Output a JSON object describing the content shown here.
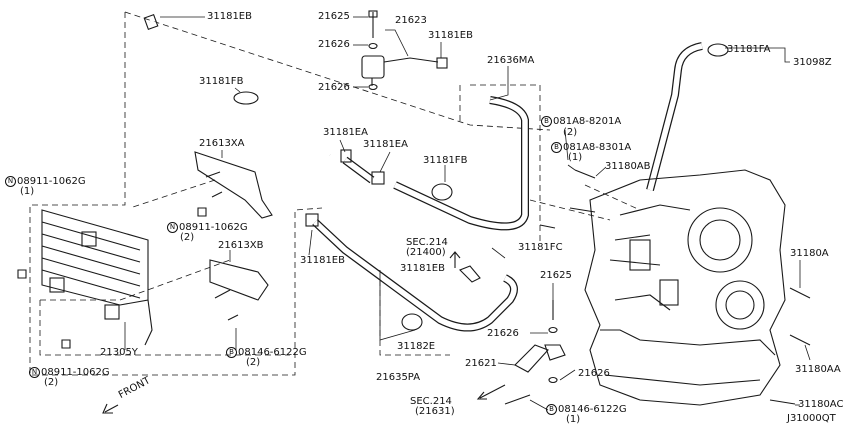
{
  "labels": {
    "l31181EB_top": "31181EB",
    "l21625_top": "21625",
    "l21623": "21623",
    "l21626_a": "21626",
    "l31181EB_mid": "31181EB",
    "l21626_b": "21626",
    "l21636MA": "21636MA",
    "l31181FA": "31181FA",
    "l31098Z": "31098Z",
    "l31181FB_a": "31181FB",
    "l081A8_8201A": "081A8-8201A",
    "l081A8_8201A_qty": "(2)",
    "l081A8_8301A": "081A8-8301A",
    "l081A8_8301A_qty": "(1)",
    "l31180AB": "31180AB",
    "l31181EA_a": "31181EA",
    "l31181EA_b": "31181EA",
    "l21613XA": "21613XA",
    "l31181FB_b": "31181FB",
    "l08911_a": "08911-1062G",
    "l08911_a_qty": "(1)",
    "l08911_b": "08911-1062G",
    "l08911_b_qty": "(2)",
    "l21613XB": "21613XB",
    "lSEC214_a": "SEC.214",
    "lSEC214_a_ref": "(21400)",
    "l31181FC": "31181FC",
    "l31181EB_low": "31181EB",
    "l31181EB_low2": "31181EB",
    "l21625_low": "21625",
    "l31180A": "31180A",
    "l21626_c": "21626",
    "l21305Y": "21305Y",
    "l08146_a": "08146-6122G",
    "l08146_a_qty": "(2)",
    "l31182E": "31182E",
    "l21621": "21621",
    "l31180AA": "31180AA",
    "l08911_c": "08911-1062G",
    "l08911_c_qty": "(2)",
    "l21635PA": "21635PA",
    "l21626_d": "21626",
    "lFRONT": "FRONT",
    "lSEC214_b": "SEC.214",
    "lSEC214_b_ref": "(21631)",
    "l08146_b": "08146-6122G",
    "l08146_b_qty": "(1)",
    "l31180AC": "31180AC",
    "lJ31000QT": "J31000QT"
  },
  "symbols": {
    "N": "N",
    "B": "B"
  }
}
